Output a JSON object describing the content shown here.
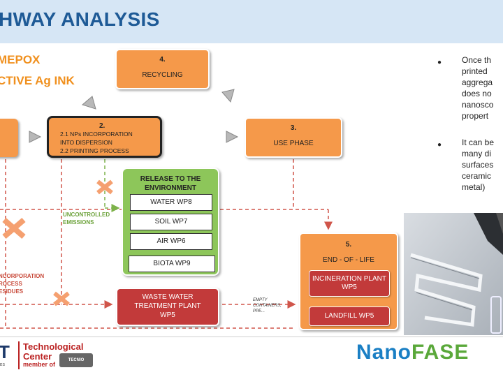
{
  "header": {
    "title": "HWAY ANALYSIS"
  },
  "subtitles": [
    "MEPOX",
    "CTIVE Ag INK"
  ],
  "boxes": {
    "recycling": {
      "num": "4.",
      "label": "RECYCLING"
    },
    "ink": {
      "num": "2.",
      "line1": "2.1 NPs INCORPORATION",
      "line2": "INTO DISPERSION",
      "line3": "2.2 PRINTING PROCESS"
    },
    "use": {
      "num": "3.",
      "label": "USE PHASE"
    },
    "release": {
      "title": "RELEASE TO THE ENVIRONMENT",
      "items": [
        "WATER WP8",
        "SOIL WP7",
        "AIR WP6",
        "BIOTA WP9"
      ]
    },
    "eol": {
      "num": "5.",
      "label": "END - OF - LIFE",
      "incineration": "INCINERATION PLANT WP5",
      "landfill": "LANDFILL WP5"
    },
    "wwtp": {
      "line1": "WASTE WATER",
      "line2": "TREATMENT PLANT",
      "line3": "WP5"
    }
  },
  "labels": {
    "uncontrolled": [
      "UNCONTROLLED",
      "EMISSIONS"
    ],
    "incorporation": [
      "NCORPORATION",
      "ROCESS",
      "ESIDUES"
    ],
    "empty": [
      "EMPTY",
      "CONTAINERS,",
      "PPE..."
    ]
  },
  "bullets": [
    [
      "Once th",
      "printed",
      "aggrega",
      "does no",
      "nanosco",
      "propert"
    ],
    [
      "It can be",
      "many di",
      "surfaces",
      "ceramic",
      "metal)"
    ]
  ],
  "footer": {
    "logo_t": "T",
    "logo_ies": "ies",
    "tech1": "Technological",
    "tech2": "Center",
    "member": "member of",
    "tecnio": "TECNIO",
    "nano_a": "Nano",
    "nano_b": "FASE"
  },
  "colors": {
    "header_bg": "#d6e6f5",
    "title": "#1e5a96",
    "orange": "#f5994a",
    "green": "#8dc65a",
    "red": "#c23a3a",
    "accent_orange_text": "#f0901e"
  }
}
